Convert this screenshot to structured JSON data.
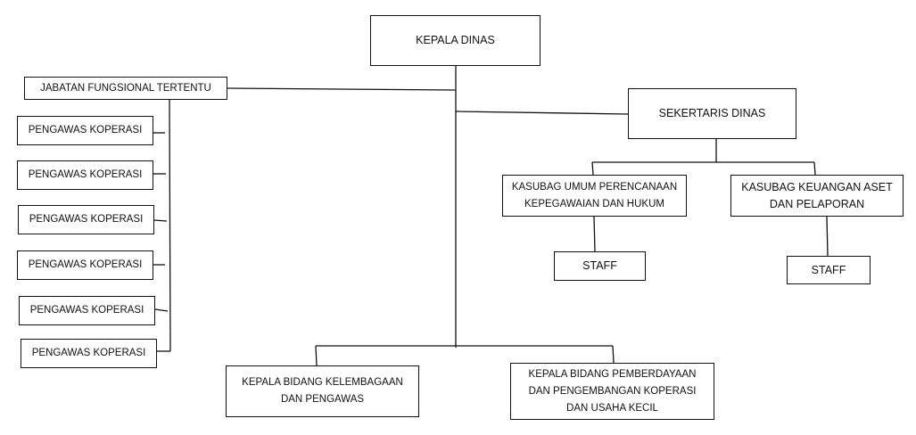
{
  "kepala_dinas": "KEPALA DINAS",
  "jabatan_fungsional": "JABATAN FUNGSIONAL TERTENTU",
  "pengawas": [
    "PENGAWAS KOPERASI",
    "PENGAWAS KOPERASI",
    "PENGAWAS KOPERASI",
    "PENGAWAS KOPERASI",
    "PENGAWAS KOPERASI",
    "PENGAWAS KOPERASI"
  ],
  "sekertaris": "SEKERTARIS DINAS",
  "kasubag_umum": [
    "KASUBAG UMUM PERENCANAAN",
    "KEPEGAWAIAN DAN HUKUM"
  ],
  "kasubag_keuangan": [
    "KASUBAG KEUANGAN ASET",
    "DAN PELAPORAN"
  ],
  "staff_1": "STAFF",
  "staff_2": "STAFF",
  "bidang_kelembagaan": [
    "KEPALA BIDANG KELEMBAGAAN",
    "DAN PENGAWAS"
  ],
  "bidang_pemberdayaan": [
    "KEPALA BIDANG PEMBERDAYAAN",
    "DAN PENGEMBANGAN KOPERASI",
    "DAN USAHA KECIL"
  ]
}
